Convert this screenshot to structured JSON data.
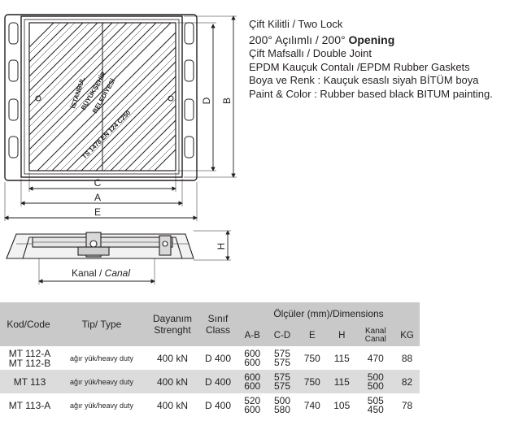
{
  "drawing": {
    "labels": {
      "D": "D",
      "B": "B",
      "C": "C",
      "A": "A",
      "E": "E",
      "H": "H",
      "kanal_tr": "Kanal",
      "kanal_sep": " / ",
      "kanal_en": "Canal"
    },
    "lid_text": {
      "line1": "İSTANBUL",
      "line2": "BÜYÜKŞEHİR",
      "line3": "BELEDİYESİ",
      "line4": "TS 1478 EN 124 C250"
    }
  },
  "features": {
    "line1": "Çift Kilitli / Two Lock",
    "line2_tr": "200° Açılımlı / 200°",
    "line2_en": " Opening",
    "line3": "Çift Mafsallı / Double Joint",
    "line4": "EPDM Kauçuk Contalı /EPDM Rubber Gaskets",
    "line5": "Boya ve Renk : Kauçuk esaslı siyah BİTÜM boya",
    "line6": "Paint & Color : Rubber based black BITUM painting."
  },
  "table": {
    "headers": {
      "kod": "Kod/Code",
      "tip": "Tip/ Type",
      "dayanim_1": "Dayanım",
      "dayanim_2": "Strenght",
      "sinif_1": "Sınıf",
      "sinif_2": "Class",
      "dims": "Ölçüler (mm)/Dimensions",
      "ab": "A-B",
      "cd": "C-D",
      "e": "E",
      "h": "H",
      "kanal_1": "Kanal",
      "kanal_2": "Canal",
      "kg": "KG"
    },
    "rows": [
      {
        "kod_1": "MT 112-A",
        "kod_2": "MT 112-B",
        "tip": "ağır yük/heavy duty",
        "dayanim": "400 kN",
        "sinif": "D 400",
        "ab_1": "600",
        "ab_2": "600",
        "cd_1": "575",
        "cd_2": "575",
        "e": "750",
        "h": "115",
        "kanal_1": "470",
        "kanal_2": "",
        "kg": "88"
      },
      {
        "kod_1": "MT 113",
        "kod_2": "",
        "tip": "ağır yük/heavy duty",
        "dayanim": "400 kN",
        "sinif": "D 400",
        "ab_1": "600",
        "ab_2": "600",
        "cd_1": "575",
        "cd_2": "575",
        "e": "750",
        "h": "115",
        "kanal_1": "500",
        "kanal_2": "500",
        "kg": "82"
      },
      {
        "kod_1": "MT 113-A",
        "kod_2": "",
        "tip": "ağır yük/heavy duty",
        "dayanim": "400 kN",
        "sinif": "D 400",
        "ab_1": "520",
        "ab_2": "600",
        "cd_1": "500",
        "cd_2": "580",
        "e": "740",
        "h": "105",
        "kanal_1": "505",
        "kanal_2": "450",
        "kg": "78"
      }
    ]
  }
}
